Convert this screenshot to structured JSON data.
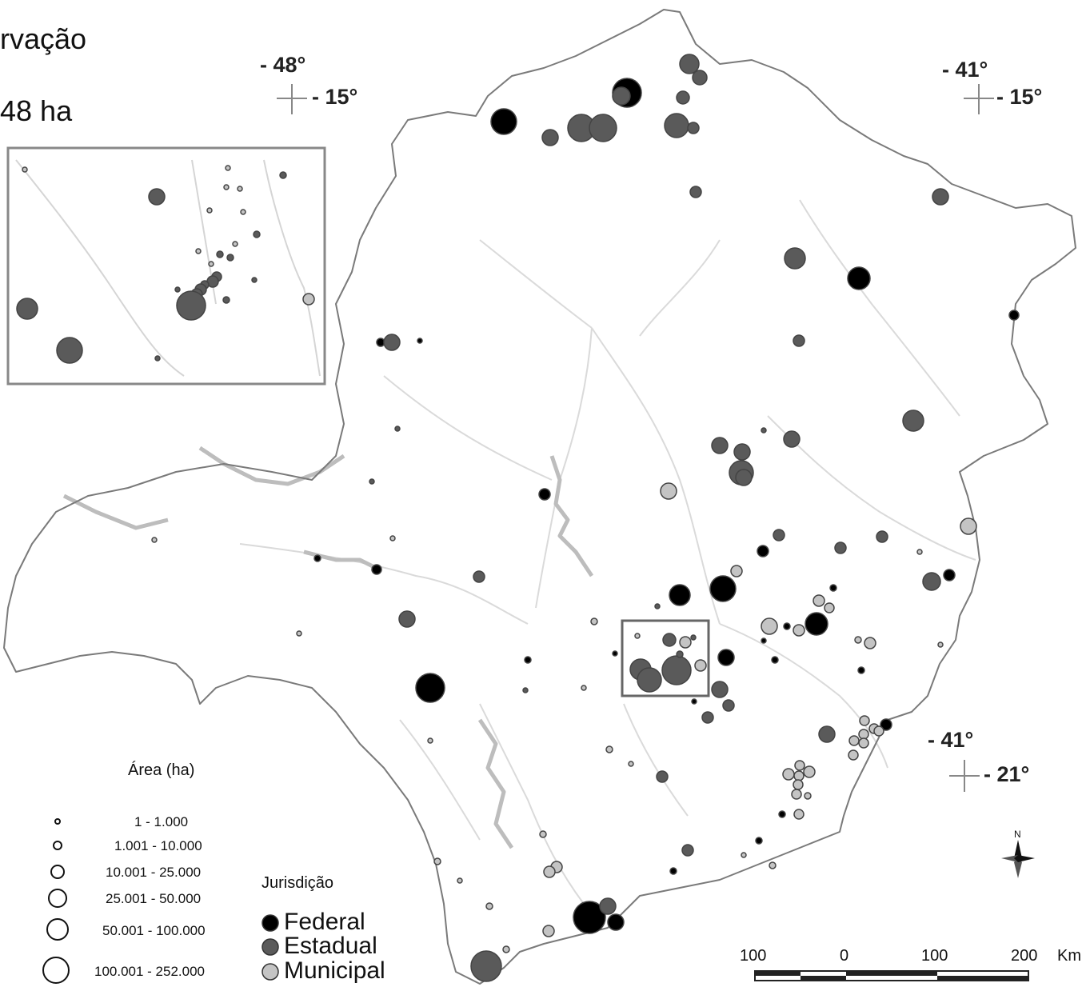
{
  "header": {
    "line1": "rvação",
    "line2": "48 ha"
  },
  "coordinates": {
    "nw_lon": "- 48°",
    "nw_lat": "- 15°",
    "ne_lon": "- 41°",
    "ne_lat": "- 15°",
    "se_lon": "- 41°",
    "se_lat": "- 21°"
  },
  "legend": {
    "area_title": "Área (ha)",
    "area_classes": [
      "1 - 1.000",
      "1.001 - 10.000",
      "10.001 - 25.000",
      "25.001 - 50.000",
      "50.001 - 100.000",
      "100.001 - 252.000"
    ],
    "jurisdiction_title": "Jurisdição",
    "jurisdictions": [
      {
        "label": "Federal",
        "color": "#000000"
      },
      {
        "label": "Estadual",
        "color": "#5a5a5a"
      },
      {
        "label": "Municipal",
        "color": "#c4c4c4"
      }
    ]
  },
  "scale_bar": {
    "labels": [
      "100",
      "0",
      "100",
      "200"
    ],
    "unit": "Km"
  },
  "north_arrow": {
    "label": "N"
  },
  "colors": {
    "federal": "#000000",
    "estadual": "#5a5a5a",
    "municipal": "#c4c4c4",
    "border": "#7a7a7a",
    "rivers": "#d8d8d8",
    "reservoirs": "#bdbdbd"
  }
}
